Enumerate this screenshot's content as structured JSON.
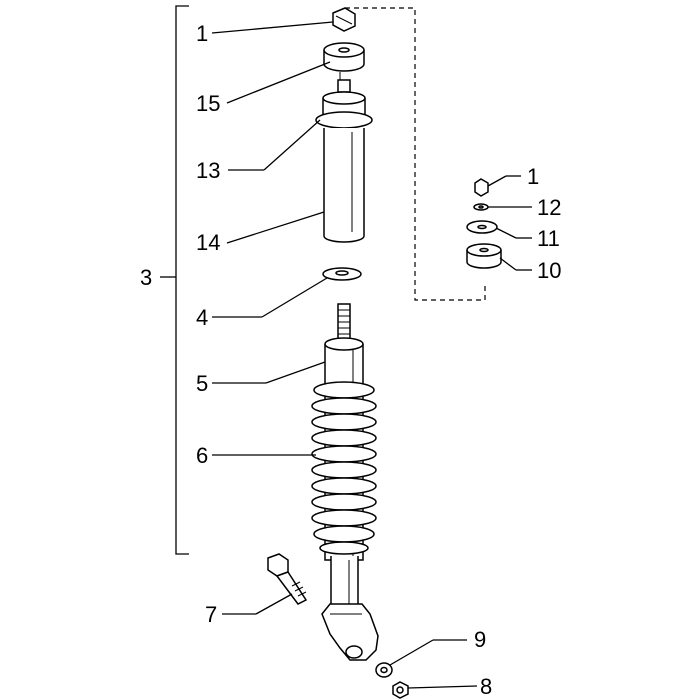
{
  "labels": {
    "l1a": "1",
    "l15": "15",
    "l13": "13",
    "l14": "14",
    "l3": "3",
    "l4": "4",
    "l5": "5",
    "l6": "6",
    "l7": "7",
    "l9": "9",
    "l8": "8",
    "l1b": "1",
    "l12": "12",
    "l11": "11",
    "l10": "10"
  }
}
